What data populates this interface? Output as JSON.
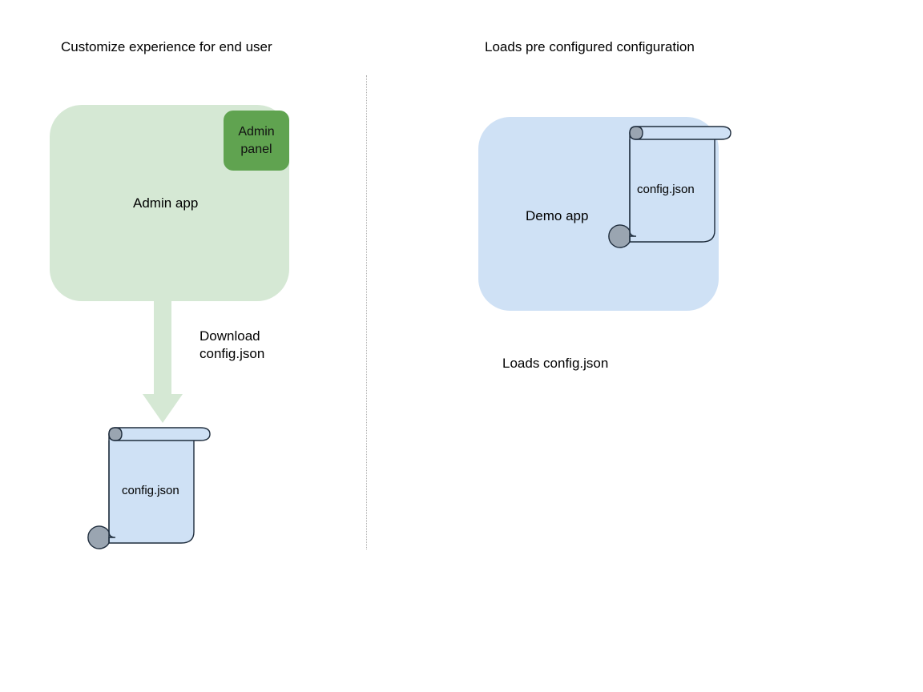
{
  "diagram": {
    "title_left": "Customize experience for end user",
    "title_right": "Loads pre configured configuration",
    "left_flow": {
      "app_box_label": "Admin app",
      "panel_chip_label": "Admin\npanel",
      "panel_chip_line1": "Admin",
      "panel_chip_line2": "panel",
      "arrow_label_line1": "Download",
      "arrow_label_line2": "config.json",
      "arrow_label": "Download config.json",
      "document_label": "config.json",
      "arrow_icon": "down-block-arrow-icon",
      "document_icon": "scroll-document-icon"
    },
    "right_flow": {
      "app_box_label": "Demo app",
      "document_label": "config.json",
      "caption": "Loads config.json",
      "document_icon": "scroll-document-icon"
    },
    "divider_icon": "vertical-dotted-divider",
    "colors": {
      "app_green_fill": "#d5e8d4",
      "panel_green_fill": "#60a350",
      "app_blue_fill": "#cfe1f5",
      "document_fill": "#cfe1f5",
      "document_stroke": "#1f2d3d",
      "curl_fill": "#9aa5b1",
      "arrow_fill": "#d5e8d4",
      "divider_stroke": "#b0b0b0",
      "text_color": "#000000",
      "background": "#ffffff"
    }
  }
}
